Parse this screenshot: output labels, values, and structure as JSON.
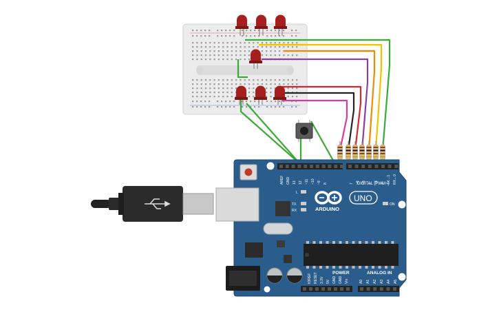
{
  "board": {
    "digital_header": "DIGITAL (PWM~)",
    "brand": "ARDUINO",
    "model": "UNO",
    "on_label": "ON",
    "power_label": "POWER",
    "analog_label": "ANALOG IN",
    "led_l": "L",
    "led_tx": "TX",
    "led_rx": "RX",
    "pin_aref": "AREF",
    "pin_gnd": "GND",
    "pins_digital": [
      "13",
      "12",
      "~11",
      "~10",
      "~9",
      "8",
      "7",
      "~6",
      "~5",
      "4",
      "~3",
      "2",
      "TX→1",
      "RX←0"
    ],
    "pins_power": [
      "IOREF",
      "RESET",
      "3.3V",
      "5V",
      "GND",
      "GND",
      "Vin"
    ],
    "pins_analog": [
      "A0",
      "A1",
      "A2",
      "A3",
      "A4",
      "A5"
    ]
  },
  "components": {
    "leds": 7,
    "resistors": 7,
    "pushbutton": 1
  },
  "colors": {
    "board": "#2a5d8c",
    "breadboard": "#ececec",
    "led": "#a51f1f",
    "wire_green": "#3aaa35",
    "wire_yellow": "#f2c200",
    "wire_orange": "#f08a00",
    "wire_purple": "#8a3ea0",
    "wire_red": "#d8262b",
    "wire_black": "#222222",
    "wire_magenta": "#d83aa0"
  }
}
